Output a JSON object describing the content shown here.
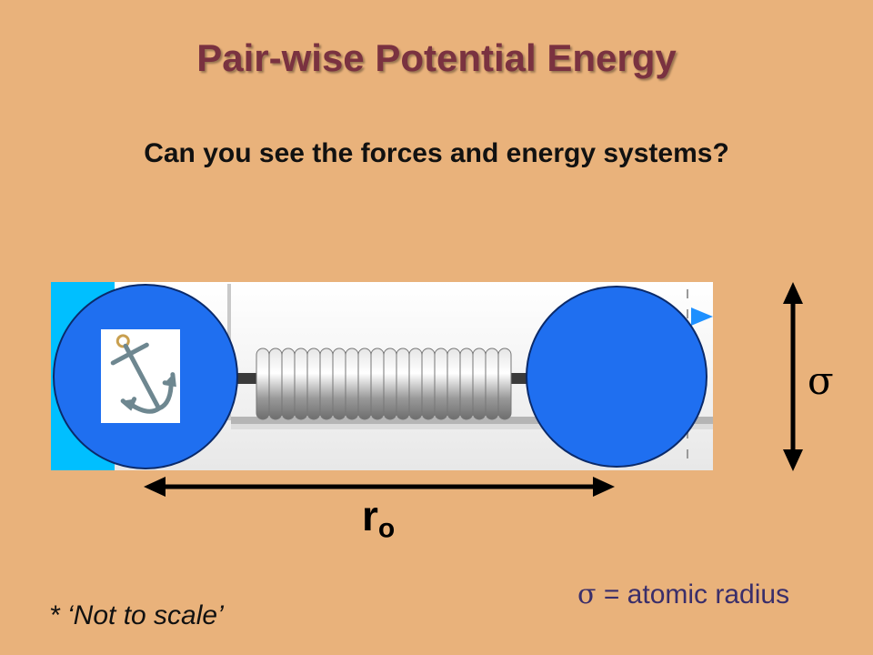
{
  "title": "Pair-wise Potential Energy",
  "subtitle": "Can you see the forces and energy systems?",
  "labels": {
    "r_main": "r",
    "r_sub": "o",
    "sigma": "σ"
  },
  "legend": {
    "symbol": "σ",
    "text": " = atomic radius"
  },
  "note": "* ‘Not to scale’",
  "colors": {
    "background": "#E9B27B",
    "atom": "#1F6FF0",
    "title": "#7A3240",
    "legend_text": "#3A2E6A",
    "wall": "#00BFFF"
  },
  "icons": [
    "anchor-icon",
    "spring",
    "double-arrow-horizontal",
    "double-arrow-vertical"
  ]
}
